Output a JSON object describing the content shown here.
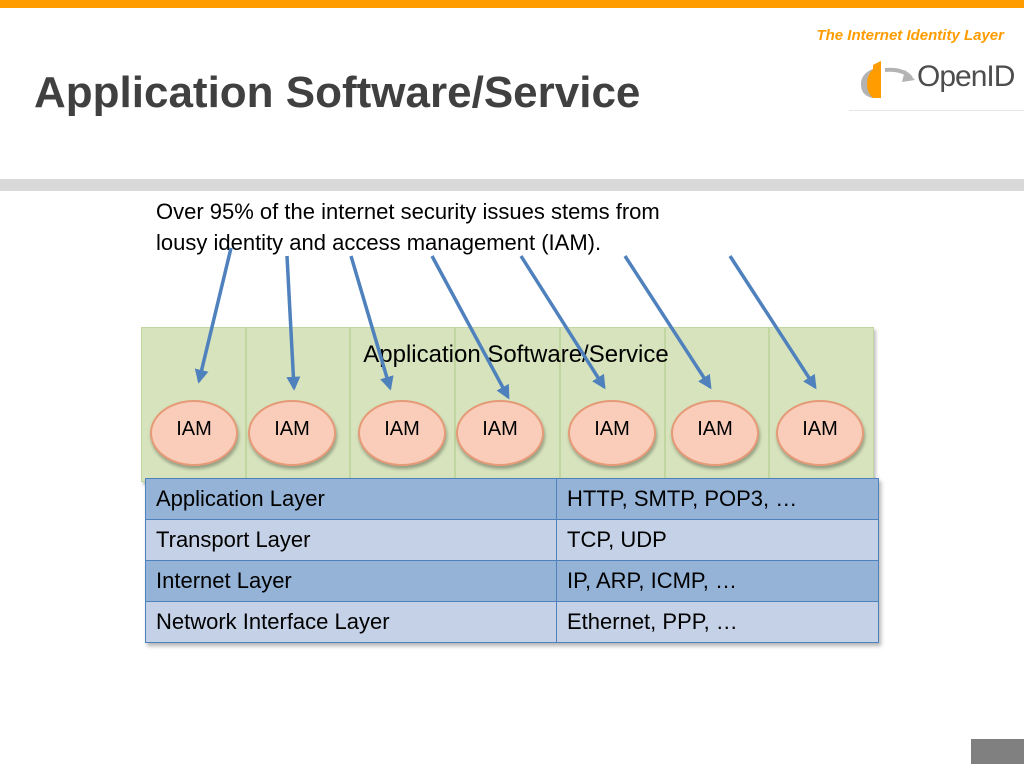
{
  "header": {
    "tagline": "The Internet Identity Layer",
    "logo_text": "OpenID",
    "title": "Application Software/Service"
  },
  "callout": {
    "line1": "Over 95% of the internet security issues stems from",
    "line2": "lousy identity and access management (IAM)."
  },
  "app_block": {
    "label": "Application Software/Service"
  },
  "iam_nodes": [
    "IAM",
    "IAM",
    "IAM",
    "IAM",
    "IAM",
    "IAM",
    "IAM"
  ],
  "layers": [
    {
      "name": "Application Layer",
      "protocols": "HTTP, SMTP, POP3, …"
    },
    {
      "name": "Transport Layer",
      "protocols": "TCP, UDP"
    },
    {
      "name": "Internet Layer",
      "protocols": "IP, ARP, ICMP, …"
    },
    {
      "name": "Network Interface Layer",
      "protocols": "Ethernet, PPP, …"
    }
  ],
  "colors": {
    "accent": "#ff9c00",
    "app_fill": "#d6e3bc",
    "iam_fill": "#f9cdb9",
    "arrow": "#4f81bd",
    "table_dark": "#95b3d7",
    "table_light": "#c5d1e6"
  }
}
